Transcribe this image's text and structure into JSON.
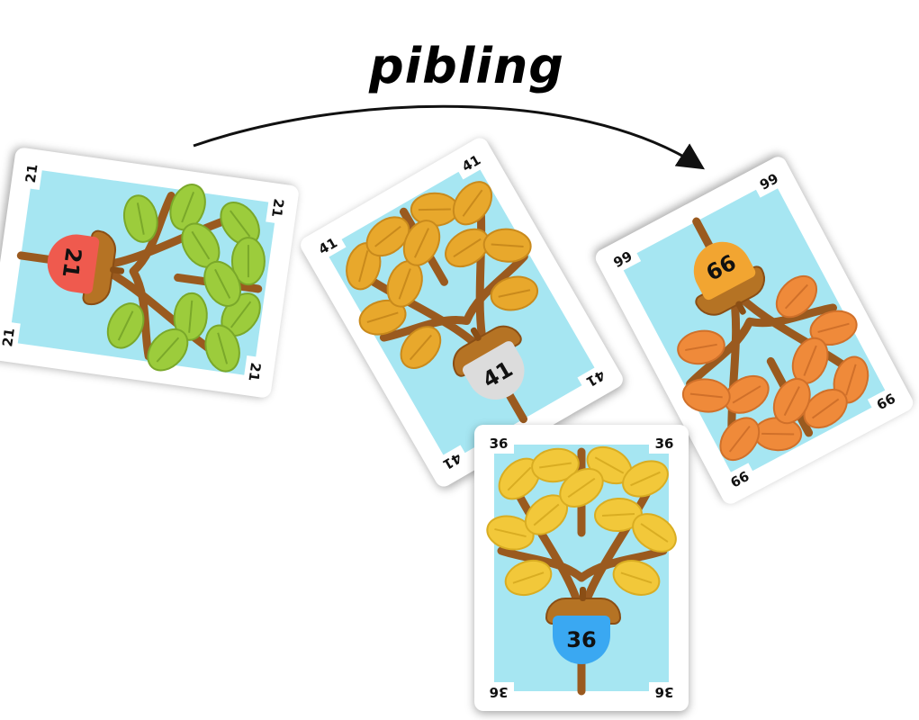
{
  "relation_label": "pibling",
  "colors": {
    "sky": "#a6e6f2",
    "branch": "#9a5a1f",
    "cap": "#b57324"
  },
  "cards": [
    {
      "value": "21",
      "leaf_color": "#9ccc3c",
      "leaf_dark": "#7aa82a",
      "acorn_color": "#ef5a4e",
      "rotation_deg": 98
    },
    {
      "value": "41",
      "leaf_color": "#e8a82c",
      "leaf_dark": "#c98a1c",
      "acorn_color": "#dcdcdc",
      "rotation_deg": -30
    },
    {
      "value": "99",
      "leaf_color": "#ef8a3a",
      "leaf_dark": "#d0702a",
      "acorn_color": "#f2a531",
      "rotation_deg": 152
    },
    {
      "value": "36",
      "leaf_color": "#f2c83a",
      "leaf_dark": "#d9ad22",
      "acorn_color": "#3aa8f2",
      "rotation_deg": 0
    }
  ]
}
